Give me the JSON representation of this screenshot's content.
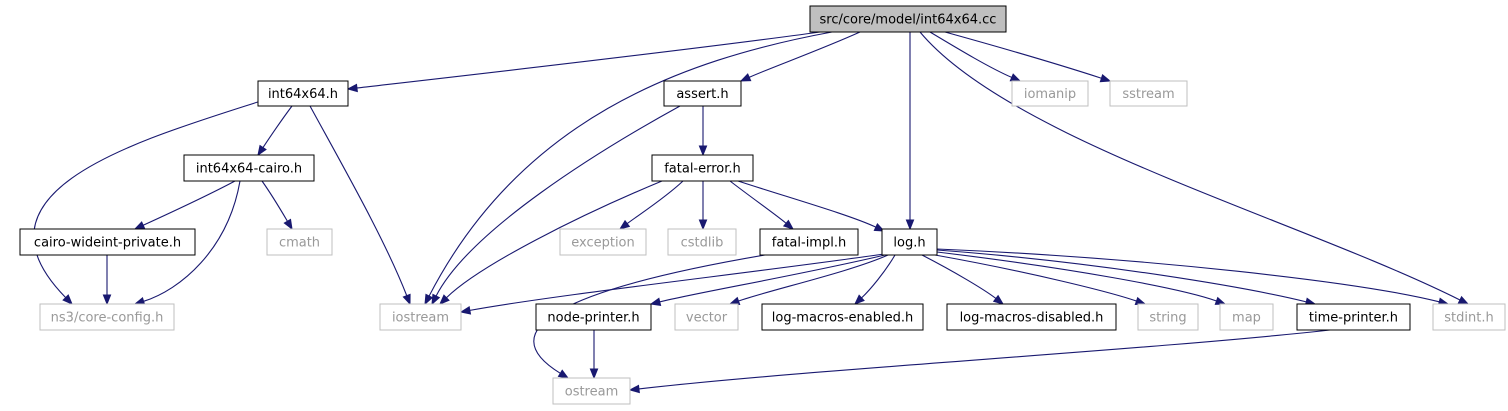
{
  "diagram": {
    "nodes": [
      {
        "id": "root",
        "label": "src/core/model/int64x64.cc",
        "kind": "root"
      },
      {
        "id": "int64x64_h",
        "label": "int64x64.h",
        "kind": "doc"
      },
      {
        "id": "assert_h",
        "label": "assert.h",
        "kind": "doc"
      },
      {
        "id": "iomanip",
        "label": "iomanip",
        "kind": "ext"
      },
      {
        "id": "sstream",
        "label": "sstream",
        "kind": "ext"
      },
      {
        "id": "cairo_h",
        "label": "int64x64-cairo.h",
        "kind": "doc"
      },
      {
        "id": "fatal_error_h",
        "label": "fatal-error.h",
        "kind": "doc"
      },
      {
        "id": "wideint_h",
        "label": "cairo-wideint-private.h",
        "kind": "doc"
      },
      {
        "id": "cmath",
        "label": "cmath",
        "kind": "ext"
      },
      {
        "id": "exception",
        "label": "exception",
        "kind": "ext"
      },
      {
        "id": "cstdlib",
        "label": "cstdlib",
        "kind": "ext"
      },
      {
        "id": "fatal_impl_h",
        "label": "fatal-impl.h",
        "kind": "doc"
      },
      {
        "id": "log_h",
        "label": "log.h",
        "kind": "doc"
      },
      {
        "id": "core_config_h",
        "label": "ns3/core-config.h",
        "kind": "ext"
      },
      {
        "id": "iostream",
        "label": "iostream",
        "kind": "ext"
      },
      {
        "id": "node_printer_h",
        "label": "node-printer.h",
        "kind": "doc"
      },
      {
        "id": "vector",
        "label": "vector",
        "kind": "ext"
      },
      {
        "id": "log_enabled_h",
        "label": "log-macros-enabled.h",
        "kind": "doc"
      },
      {
        "id": "log_disabled_h",
        "label": "log-macros-disabled.h",
        "kind": "doc"
      },
      {
        "id": "string",
        "label": "string",
        "kind": "ext"
      },
      {
        "id": "map",
        "label": "map",
        "kind": "ext"
      },
      {
        "id": "time_printer_h",
        "label": "time-printer.h",
        "kind": "doc"
      },
      {
        "id": "stdint_h",
        "label": "stdint.h",
        "kind": "ext"
      },
      {
        "id": "ostream",
        "label": "ostream",
        "kind": "ext"
      }
    ],
    "edges": [
      [
        "root",
        "int64x64_h"
      ],
      [
        "root",
        "assert_h"
      ],
      [
        "root",
        "iostream"
      ],
      [
        "root",
        "log_h"
      ],
      [
        "root",
        "iomanip"
      ],
      [
        "root",
        "sstream"
      ],
      [
        "root",
        "stdint_h"
      ],
      [
        "int64x64_h",
        "cairo_h"
      ],
      [
        "int64x64_h",
        "core_config_h"
      ],
      [
        "int64x64_h",
        "iostream"
      ],
      [
        "cairo_h",
        "wideint_h"
      ],
      [
        "cairo_h",
        "cmath"
      ],
      [
        "cairo_h",
        "core_config_h"
      ],
      [
        "wideint_h",
        "core_config_h"
      ],
      [
        "assert_h",
        "fatal_error_h"
      ],
      [
        "assert_h",
        "iostream"
      ],
      [
        "fatal_error_h",
        "exception"
      ],
      [
        "fatal_error_h",
        "cstdlib"
      ],
      [
        "fatal_error_h",
        "fatal_impl_h"
      ],
      [
        "fatal_error_h",
        "log_h"
      ],
      [
        "fatal_error_h",
        "iostream"
      ],
      [
        "fatal_impl_h",
        "ostream"
      ],
      [
        "log_h",
        "iostream"
      ],
      [
        "log_h",
        "node_printer_h"
      ],
      [
        "log_h",
        "vector"
      ],
      [
        "log_h",
        "log_enabled_h"
      ],
      [
        "log_h",
        "log_disabled_h"
      ],
      [
        "log_h",
        "string"
      ],
      [
        "log_h",
        "map"
      ],
      [
        "log_h",
        "time_printer_h"
      ],
      [
        "log_h",
        "stdint_h"
      ],
      [
        "node_printer_h",
        "ostream"
      ],
      [
        "time_printer_h",
        "ostream"
      ]
    ]
  }
}
